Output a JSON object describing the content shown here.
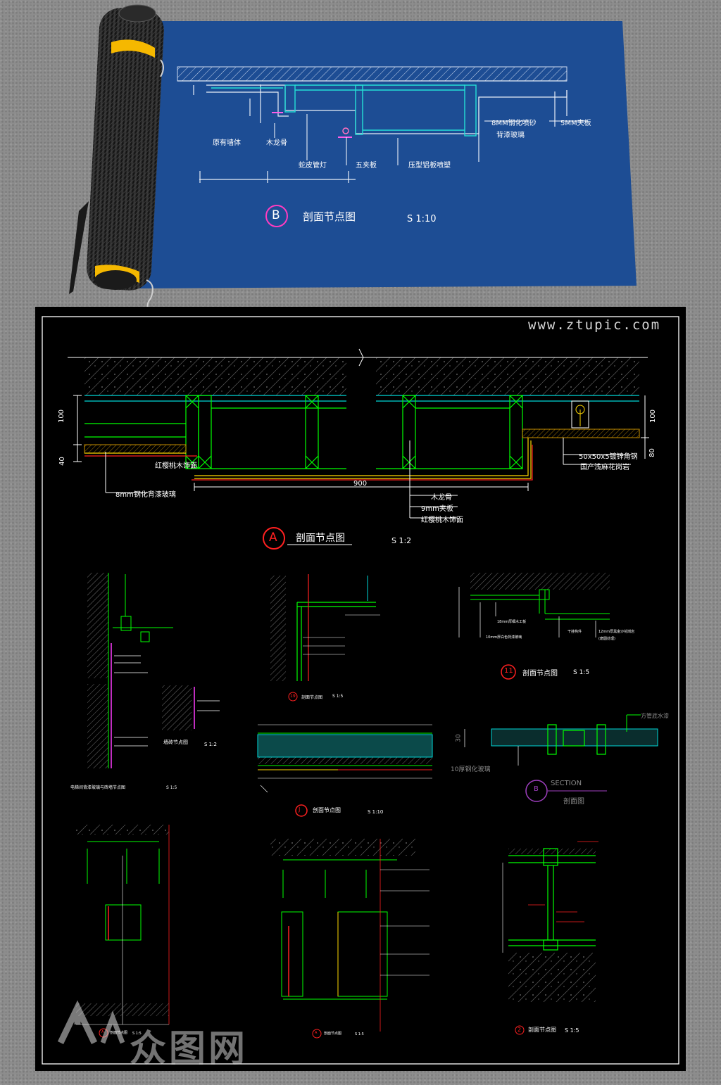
{
  "watermark": {
    "url": "www.ztupic.com",
    "logo_text": "众图网"
  },
  "blueprint": {
    "title": "剖面节点图",
    "marker": "B",
    "scale": "S 1:10",
    "labels": {
      "wall": "原有墙体",
      "keel": "木龙骨",
      "hose_lamp": "蛇皮管灯",
      "plywood": "五夹板",
      "alu_panel": "压型铝板喷塑",
      "glass1": "8MM钢化喷砂",
      "glass2": "背漆玻璃",
      "clip": "5MM夹板"
    }
  },
  "detail_a": {
    "marker": "A",
    "title": "剖面节点图",
    "scale": "S 1:2",
    "dims": {
      "left_top": "100",
      "left_bottom": "40",
      "right_top": "100",
      "right_bottom": "80",
      "width": "900"
    },
    "labels": {
      "cherry1": "红樱桃木饰面",
      "glass": "8mm钢化背漆玻璃",
      "keel": "木龙骨",
      "plywood": "9mm夹板",
      "cherry2": "红樱桃木饰面",
      "angle": "50x50x5镀锌角钢",
      "granite": "国产浅麻花岗岩"
    }
  },
  "small_details": {
    "d1_caption": "墙砖节点图",
    "d1_scale": "S 1:2",
    "d1_bottom_caption": "电梯间背漆玻璃与砖墙节点图",
    "d1_bottom_scale": "S 1:5",
    "d2_marker": "19",
    "d2_title": "剖面节点图",
    "d2_scale": "S 1:5",
    "d3_marker": "11",
    "d3_title": "剖面节点图",
    "d3_scale": "S 1:5",
    "d3_label1": "18mm厚细木工板",
    "d3_label2": "10mm厚白色背漆玻璃",
    "d3_label3": "干挂构件",
    "d3_label4": "12mm厚黑金沙花岗岩",
    "d3_label5": "(磨圆处理)",
    "d4_marker": "J",
    "d4_title": "剖面节点图",
    "d4_scale": "S 1:10",
    "d5_marker": "B",
    "d5_title_en": "SECTION",
    "d5_title": "剖面图",
    "d5_label1": "方管底水漆",
    "d5_label2": "10厚钢化玻璃",
    "d5_dim": "30",
    "d6_marker": "A",
    "d6_title": "剖面节点图",
    "d6_scale": "S 1:5",
    "d7_marker": "A",
    "d7_title": "剖面节点图",
    "d7_scale": "S 1:5",
    "d8_marker": "2",
    "d8_title": "剖面节点图",
    "d8_scale": "S 1:5"
  },
  "colors": {
    "blueprint_bg": "#1d4d94",
    "sheet_bg": "#000000",
    "cad_green": "#00ff00",
    "cad_cyan": "#00d8d8",
    "cad_red": "#ff2020",
    "cad_magenta": "#ff3cff",
    "cad_yellow": "#ffd800"
  }
}
